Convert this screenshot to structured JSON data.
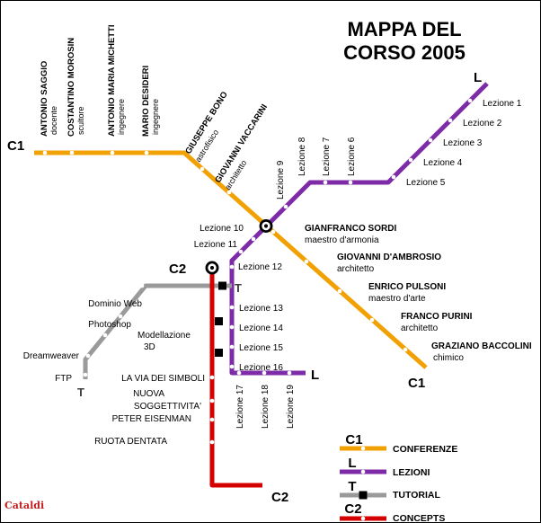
{
  "title": {
    "line1": "MAPPA DEL",
    "line2": "CORSO 2005"
  },
  "watermark": "Cataldi",
  "colors": {
    "c1": "#F2A104",
    "l": "#7D2BA6",
    "t": "#9A9A9A",
    "c2": "#D40000"
  },
  "c1_line": {
    "label": "C1",
    "stations_vertical": [
      {
        "name": "ANTONIO SAGGIO",
        "role": "docente"
      },
      {
        "name": "COSTANTINO MOROSIN",
        "role": "scultore"
      },
      {
        "name": "ANTONIO MARIA MICHETTI",
        "role": "ingegnere"
      },
      {
        "name": "MARIO DESIDERI",
        "role": "ingegnere"
      }
    ],
    "stations_diagonal_rotated": [
      {
        "name": "GIUSEPPE BONO",
        "role": "astrofisico"
      },
      {
        "name": "GIOVANNI VACCARINI",
        "role": "architetto"
      }
    ],
    "stations_diagonal": [
      {
        "name": "GIANFRANCO SORDI",
        "role": "maestro d'armonia"
      },
      {
        "name": "GIOVANNI D'AMBROSIO",
        "role": "architetto"
      },
      {
        "name": "ENRICO PULSONI",
        "role": "maestro d'arte"
      },
      {
        "name": "FRANCO PURINI",
        "role": "architetto"
      },
      {
        "name": "GRAZIANO BACCOLINI",
        "role": "chimico"
      }
    ]
  },
  "l_line": {
    "label": "L",
    "lezioni": [
      "Lezione 1",
      "Lezione 2",
      "Lezione 3",
      "Lezione 4",
      "Lezione 5",
      "Lezione 6",
      "Lezione 7",
      "Lezione 8",
      "Lezione 9",
      "Lezione 10",
      "Lezione 11",
      "Lezione 12",
      "Lezione 13",
      "Lezione 14",
      "Lezione 15",
      "Lezione 16",
      "Lezione 17",
      "Lezione 18",
      "Lezione 19"
    ]
  },
  "t_line": {
    "label": "T",
    "dominio_web": "Dominio Web",
    "photoshop": "Photoshop",
    "modellazione_line1": "Modellazione",
    "modellazione_line2": "3D",
    "dreamweaver": "Dreamweaver",
    "ftp": "FTP"
  },
  "c2_line": {
    "label": "C2",
    "via_dei_simboli": "LA VIA DEI SIMBOLI",
    "nuova_line1": "NUOVA",
    "nuova_line2": "SOGGETTIVITA'",
    "peter_eisenman": "PETER EISENMAN",
    "ruota_dentata": "RUOTA DENTATA"
  },
  "legend": {
    "items": [
      {
        "marker": "C1",
        "label": "CONFERENZE"
      },
      {
        "marker": "L",
        "label": "LEZIONI"
      },
      {
        "marker": "T",
        "label": "TUTORIAL"
      },
      {
        "marker": "C2",
        "label": "CONCEPTS"
      }
    ]
  }
}
